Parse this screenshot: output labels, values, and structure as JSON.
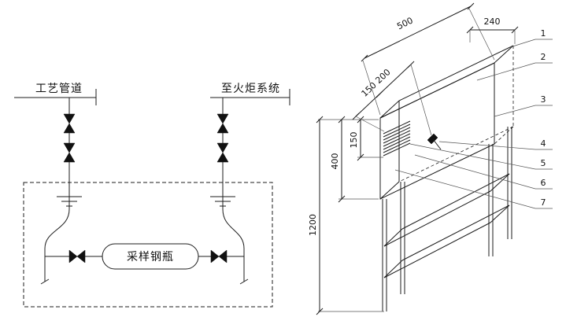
{
  "meta": {
    "title": "sampling cabinet engineering drawing",
    "colors": {
      "background": "#ffffff",
      "line": "#1c1c1c"
    }
  },
  "pid": {
    "process_line_label": "工艺管道",
    "flare_line_label": "至火炬系统",
    "cylinder_label": "采样钢瓶"
  },
  "iso": {
    "dimensions": {
      "depth": "240",
      "length": "500",
      "face_offsets": "150 200",
      "louver": "150",
      "cabinet_height": "400",
      "stand_height": "1200"
    },
    "callouts": [
      "1",
      "2",
      "3",
      "4",
      "5",
      "6",
      "7"
    ]
  }
}
